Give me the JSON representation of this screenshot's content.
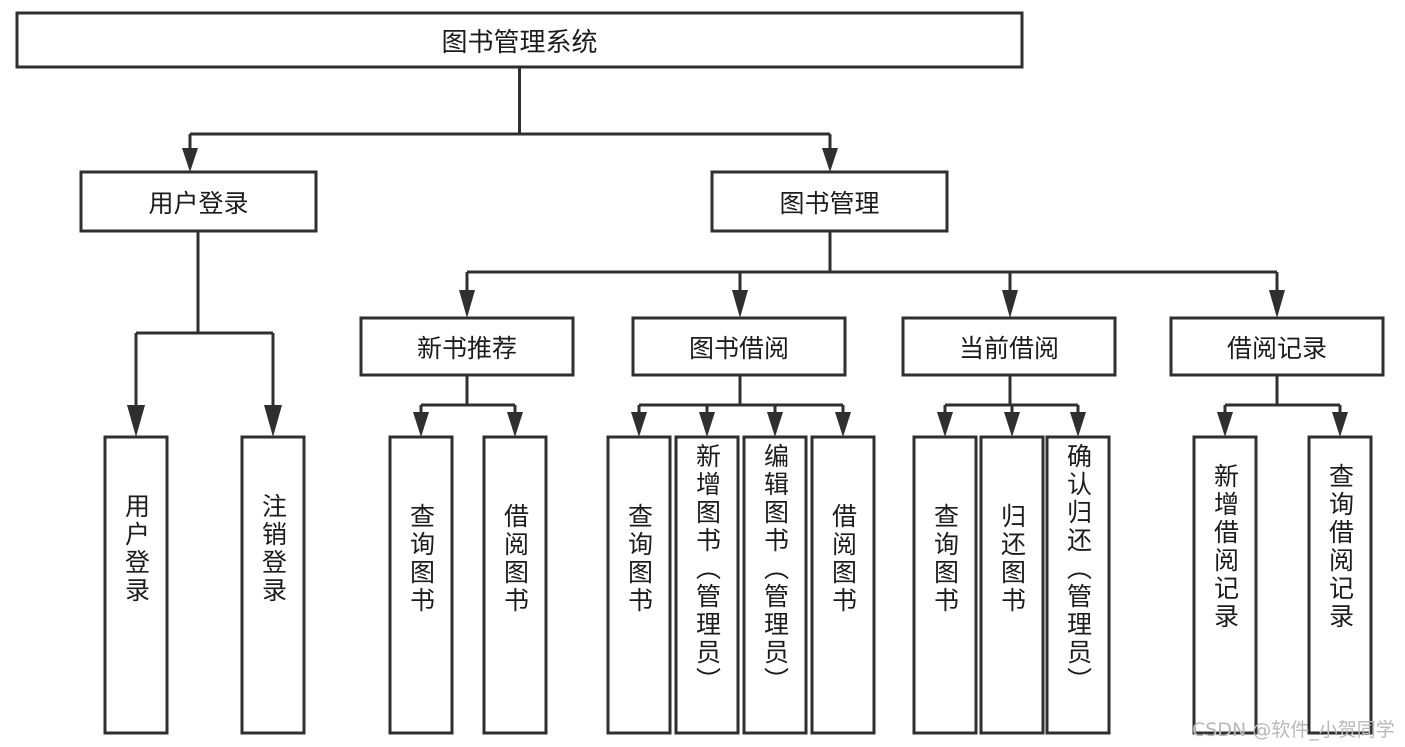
{
  "diagram": {
    "type": "tree-hierarchy-chart",
    "title": "图书管理系统",
    "orientation": "top-down",
    "box_fill": "#ffffff",
    "box_stroke": "#2f2f2f",
    "text_color": "#1c1c1c",
    "levels": [
      {
        "level": 1,
        "nodes": [
          {
            "id": "root",
            "label": "图书管理系统",
            "text_mode": "horizontal"
          }
        ]
      },
      {
        "level": 2,
        "nodes": [
          {
            "id": "user-login",
            "label": "用户登录",
            "text_mode": "horizontal",
            "parent": "root"
          },
          {
            "id": "book-manage",
            "label": "图书管理",
            "text_mode": "horizontal",
            "parent": "root"
          }
        ]
      },
      {
        "level": 3,
        "nodes": [
          {
            "id": "new-book-rec",
            "label": "新书推荐",
            "text_mode": "horizontal",
            "parent": "book-manage"
          },
          {
            "id": "book-borrow",
            "label": "图书借阅",
            "text_mode": "horizontal",
            "parent": "book-manage"
          },
          {
            "id": "current-borrow",
            "label": "当前借阅",
            "text_mode": "horizontal",
            "parent": "book-manage"
          },
          {
            "id": "borrow-record",
            "label": "借阅记录",
            "text_mode": "horizontal",
            "parent": "book-manage"
          }
        ]
      },
      {
        "level": 4,
        "nodes": [
          {
            "id": "leaf-user-login",
            "label": "用户登录",
            "text_mode": "vertical",
            "parent": "user-login"
          },
          {
            "id": "leaf-logout",
            "label": "注销登录",
            "text_mode": "vertical",
            "parent": "user-login"
          },
          {
            "id": "leaf-query-book-1",
            "label": "查询图书",
            "text_mode": "vertical",
            "parent": "new-book-rec"
          },
          {
            "id": "leaf-borrow-book-1",
            "label": "借阅图书",
            "text_mode": "vertical",
            "parent": "new-book-rec"
          },
          {
            "id": "leaf-query-book-2",
            "label": "查询图书",
            "text_mode": "vertical",
            "parent": "book-borrow"
          },
          {
            "id": "leaf-add-book",
            "label": "新增图书（管理员）",
            "text_mode": "vertical",
            "parent": "book-borrow"
          },
          {
            "id": "leaf-edit-book",
            "label": "编辑图书（管理员）",
            "text_mode": "vertical",
            "parent": "book-borrow"
          },
          {
            "id": "leaf-borrow-book-2",
            "label": "借阅图书",
            "text_mode": "vertical",
            "parent": "book-borrow"
          },
          {
            "id": "leaf-query-book-3",
            "label": "查询图书",
            "text_mode": "vertical",
            "parent": "current-borrow"
          },
          {
            "id": "leaf-return-book",
            "label": "归还图书",
            "text_mode": "vertical",
            "parent": "current-borrow"
          },
          {
            "id": "leaf-confirm-return",
            "label": "确认归还（管理员）",
            "text_mode": "vertical",
            "parent": "current-borrow"
          },
          {
            "id": "leaf-add-record",
            "label": "新增借阅记录",
            "text_mode": "vertical",
            "parent": "borrow-record"
          },
          {
            "id": "leaf-query-record",
            "label": "查询借阅记录",
            "text_mode": "vertical",
            "parent": "borrow-record"
          }
        ]
      }
    ]
  },
  "watermark": {
    "text": "CSDN @软件_小贺同学",
    "color": "#b9b9b9"
  }
}
